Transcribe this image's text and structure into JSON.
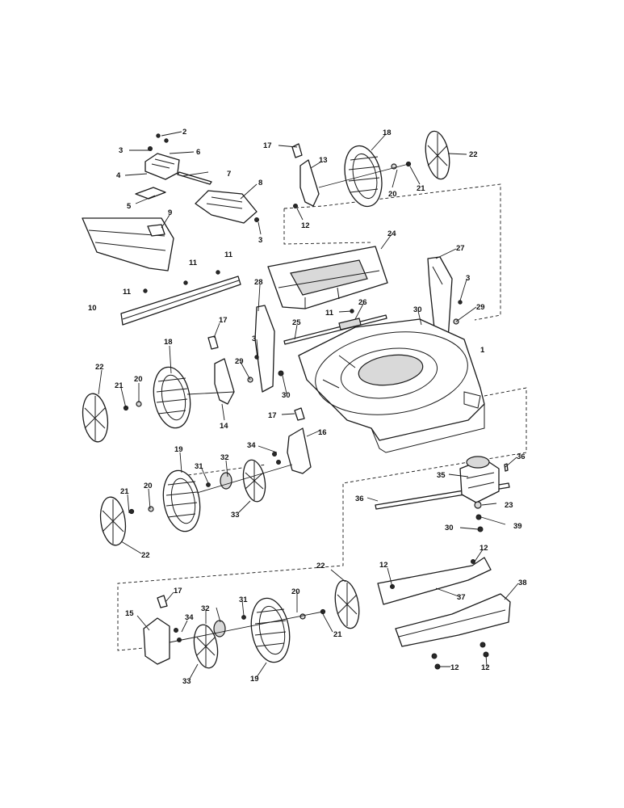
{
  "callouts": {
    "c1": "1",
    "c2": "2",
    "c3": "3",
    "c4": "4",
    "c5": "5",
    "c6": "6",
    "c7": "7",
    "c8": "8",
    "c9": "9",
    "c10": "10",
    "c11": "11",
    "c12": "12",
    "c13": "13",
    "c14": "14",
    "c15": "15",
    "c16": "16",
    "c17": "17",
    "c18": "18",
    "c19": "19",
    "c20": "20",
    "c21": "21",
    "c22": "22",
    "c23": "23",
    "c24": "24",
    "c25": "25",
    "c26": "26",
    "c27": "27",
    "c28": "28",
    "c29": "29",
    "c30": "30",
    "c31": "31",
    "c32": "32",
    "c33": "33",
    "c34": "34",
    "c35": "35",
    "c36": "36",
    "c37": "37",
    "c38": "38",
    "c39": "39"
  },
  "colors": {
    "ink": "#1a1a1a",
    "paper": "#ffffff"
  }
}
